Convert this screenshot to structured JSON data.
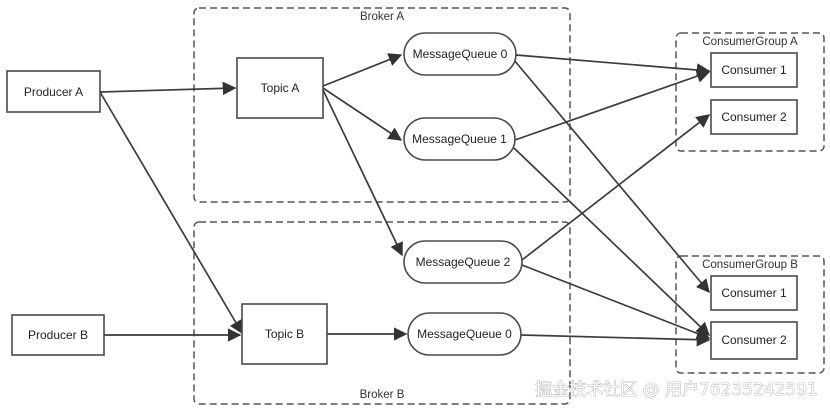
{
  "groups": {
    "broker_a": "Broker A",
    "broker_b": "Broker B",
    "consumer_group_a": "ConsumerGroup A",
    "consumer_group_b": "ConsumerGroup B"
  },
  "nodes": {
    "producer_a": "Producer A",
    "producer_b": "Producer B",
    "topic_a": "Topic A",
    "topic_b": "Topic B",
    "mq_a0": "MessageQueue 0",
    "mq_a1": "MessageQueue 1",
    "mq_a2": "MessageQueue 2",
    "mq_b0": "MessageQueue 0",
    "cga_consumer1": "Consumer 1",
    "cga_consumer2": "Consumer 2",
    "cgb_consumer1": "Consumer 1",
    "cgb_consumer2": "Consumer 2"
  },
  "edges": [
    {
      "from": "producer_a",
      "to": "topic_a"
    },
    {
      "from": "producer_a",
      "to": "topic_b"
    },
    {
      "from": "producer_b",
      "to": "topic_b"
    },
    {
      "from": "topic_a",
      "to": "mq_a0"
    },
    {
      "from": "topic_a",
      "to": "mq_a1"
    },
    {
      "from": "topic_a",
      "to": "mq_a2"
    },
    {
      "from": "topic_b",
      "to": "mq_b0"
    },
    {
      "from": "mq_a0",
      "to": "cga_consumer1"
    },
    {
      "from": "mq_a1",
      "to": "cga_consumer1"
    },
    {
      "from": "mq_a2",
      "to": "cga_consumer2"
    },
    {
      "from": "mq_a0",
      "to": "cgb_consumer1"
    },
    {
      "from": "mq_a1",
      "to": "cgb_consumer2"
    },
    {
      "from": "mq_a2",
      "to": "cgb_consumer2"
    },
    {
      "from": "mq_b0",
      "to": "cgb_consumer2"
    }
  ],
  "watermark": "掘金技术社区 @ 用户76235242591"
}
